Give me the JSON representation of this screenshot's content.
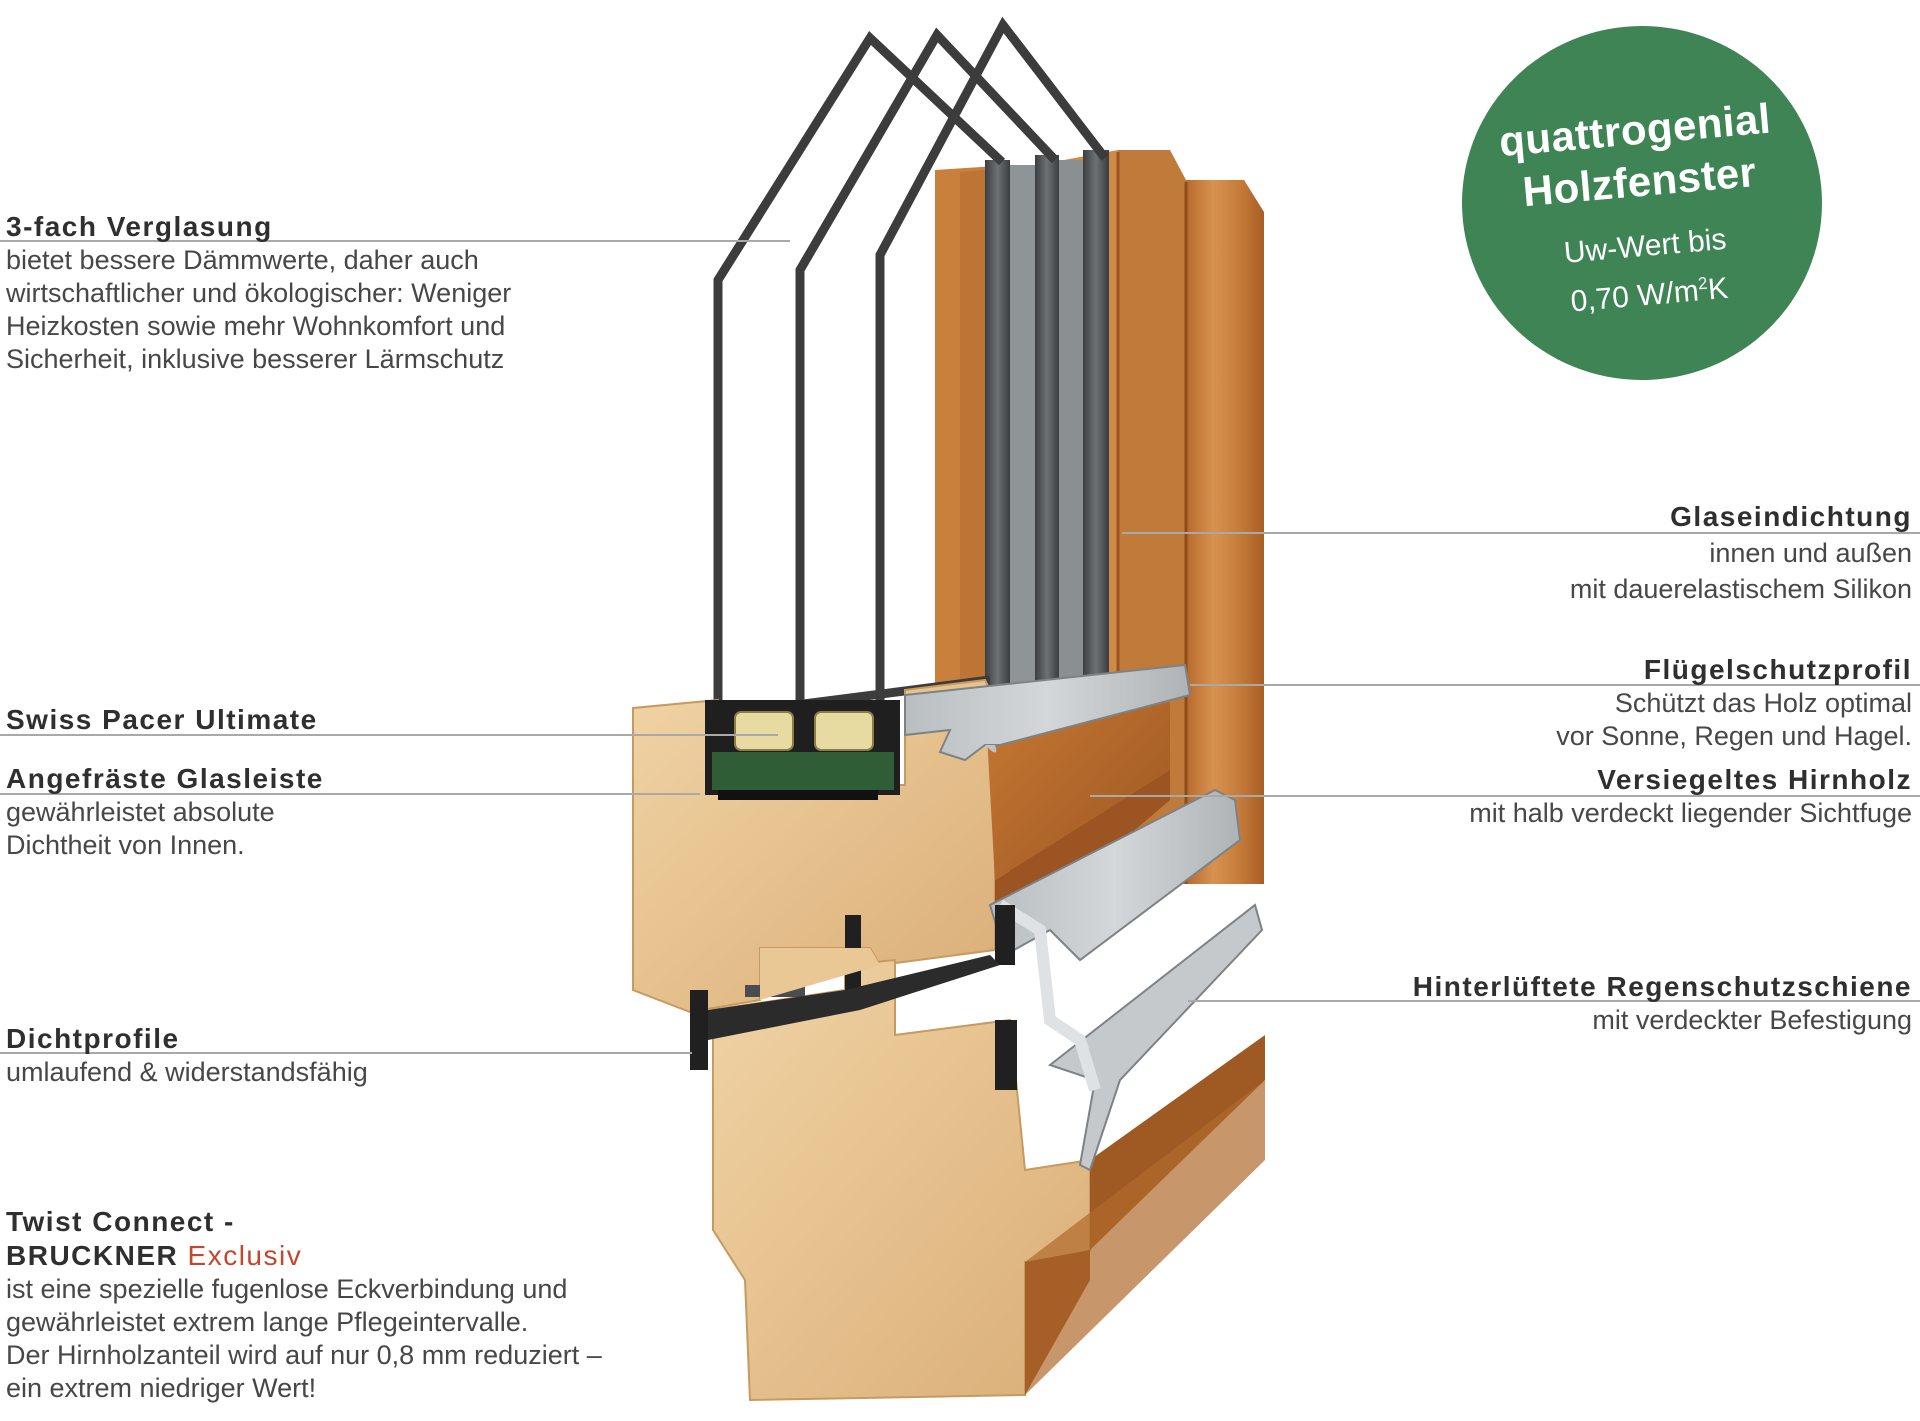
{
  "badge": {
    "title1": "quattrogenial",
    "title2": "Holzfenster",
    "line1": "Uw-Wert bis",
    "value_prefix": "0,70 W/m",
    "value_sup": "2",
    "value_suffix": "K",
    "color": "#3f8454"
  },
  "left": {
    "glazing": {
      "title": "3-fach Verglasung",
      "lines": [
        "bietet bessere Dämmwerte, daher auch",
        "wirtschaftlicher und ökologischer: Weniger",
        "Heizkosten sowie mehr Wohnkomfort und",
        "Sicherheit, inklusive besserer Lärmschutz"
      ]
    },
    "spacer": {
      "title": "Swiss Pacer Ultimate"
    },
    "glass_bead": {
      "title": "Angefräste Glasleiste",
      "lines": [
        "gewährleistet absolute",
        "Dichtheit von Innen."
      ]
    },
    "seals": {
      "title": "Dichtprofile",
      "lines": [
        "umlaufend & widerstandsfähig"
      ]
    },
    "twist": {
      "title_line1": "Twist Connect -",
      "title_brand": "BRUCKNER",
      "title_accent": "Exclusiv",
      "accent_color": "#c4462b",
      "lines": [
        "ist eine spezielle fugenlose Eckverbindung und",
        "gewährleistet extrem lange Pflegeintervalle.",
        "Der Hirnholzanteil wird auf nur 0,8 mm reduziert –",
        "ein extrem niedriger Wert!"
      ]
    }
  },
  "right": {
    "gasket": {
      "title": "Glaseindichtung",
      "lines": [
        "innen und außen",
        "mit dauerelastischem Silikon"
      ]
    },
    "sash_profile": {
      "title": "Flügelschutzprofil",
      "lines": [
        "Schützt das Holz optimal",
        "vor Sonne, Regen und Hagel."
      ]
    },
    "end_grain": {
      "title": "Versiegeltes Hirnholz",
      "lines": [
        "mit halb verdeckt liegender Sichtfuge"
      ]
    },
    "rain_rail": {
      "title": "Hinterlüftete Regenschutzschiene",
      "lines": [
        "mit verdeckter Befestigung"
      ]
    }
  }
}
